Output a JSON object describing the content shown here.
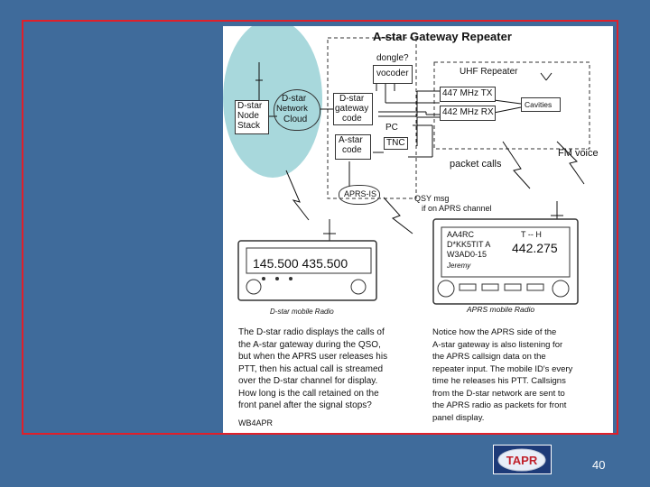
{
  "title": "A-star Gateway Repeater",
  "labels": {
    "dongle": "dongle?",
    "vocoder": "vocoder",
    "uhf_repeater": "UHF Repeater",
    "tx": "447 MHz TX",
    "rx": "442 MHz RX",
    "cavities": "Cavities",
    "node_stack": [
      "D-star",
      "Node",
      "Stack"
    ],
    "network_cloud": [
      "D-star",
      "Network",
      "Cloud"
    ],
    "gateway_code": [
      "D-star",
      "gateway",
      "code"
    ],
    "astar_code": [
      "A-star",
      "code"
    ],
    "pc": "PC",
    "tnc": "TNC",
    "packet_calls": "packet calls",
    "fm_voice": "FM voice",
    "aprs_is": "APRS-IS",
    "qsy_msg": [
      "QSY msg",
      "if on APRS channel"
    ]
  },
  "dstar_radio": {
    "display": "145.500 435.500",
    "caption": "D-star mobile Radio"
  },
  "aprs_radio": {
    "lines": [
      "AA4RC",
      "D*KK5TIT A",
      "W3AD0-15",
      "Jeremy"
    ],
    "mode": "T -- H",
    "freq": "442.275",
    "caption": "APRS mobile Radio"
  },
  "left_text": "The D-star radio displays the calls of\nthe A-star gateway during the QSO,\nbut when the APRS user releases his\nPTT, then his actual call is streamed\nover the D-star channel for display.\nHow long is the call retained on the\nfront panel after the signal stops?",
  "signature": "WB4APR",
  "right_text": "Notice how the APRS side of the\nA-star gateway is also listening for\nthe APRS callsign data on the\nrepeater input. The mobile ID's every\ntime he releases his PTT. Callsigns\nfrom the D-star network are sent to\nthe APRS radio as packets for front\npanel display.",
  "logo_text": "TAPR",
  "page_number": "40",
  "colors": {
    "background": "#3f6b9b",
    "frame": "#e0202a",
    "cloud": "#a8d8dc"
  }
}
